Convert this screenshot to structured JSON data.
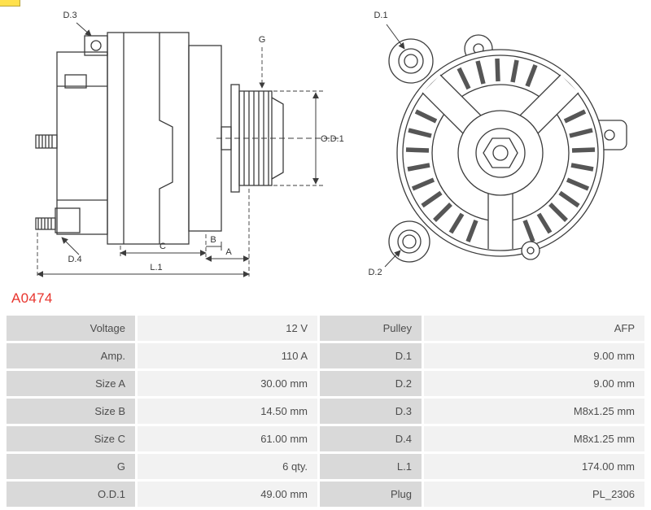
{
  "page": {
    "background": "#ffffff"
  },
  "logo_fragment": {
    "color": "#ffe14d"
  },
  "part_number": {
    "text": "A0474",
    "color": "#e8352e"
  },
  "drawing": {
    "labels": {
      "d3": "D.3",
      "d4": "D.4",
      "g": "G",
      "od1": "O.D.1",
      "c": "C",
      "b": "B",
      "a": "A",
      "l1": "L.1",
      "d1": "D.1",
      "d2": "D.2"
    }
  },
  "table": {
    "label_bg": "#d9d9d9",
    "value_bg": "#f2f2f2",
    "rows": [
      {
        "label1": "Voltage",
        "value1": "12 V",
        "label2": "Pulley",
        "value2": "AFP"
      },
      {
        "label1": "Amp.",
        "value1": "110 A",
        "label2": "D.1",
        "value2": "9.00 mm"
      },
      {
        "label1": "Size A",
        "value1": "30.00 mm",
        "label2": "D.2",
        "value2": "9.00 mm"
      },
      {
        "label1": "Size B",
        "value1": "14.50 mm",
        "label2": "D.3",
        "value2": "M8x1.25 mm"
      },
      {
        "label1": "Size C",
        "value1": "61.00 mm",
        "label2": "D.4",
        "value2": "M8x1.25 mm"
      },
      {
        "label1": "G",
        "value1": "6 qty.",
        "label2": "L.1",
        "value2": "174.00 mm"
      },
      {
        "label1": "O.D.1",
        "value1": "49.00 mm",
        "label2": "Plug",
        "value2": "PL_2306"
      }
    ]
  }
}
